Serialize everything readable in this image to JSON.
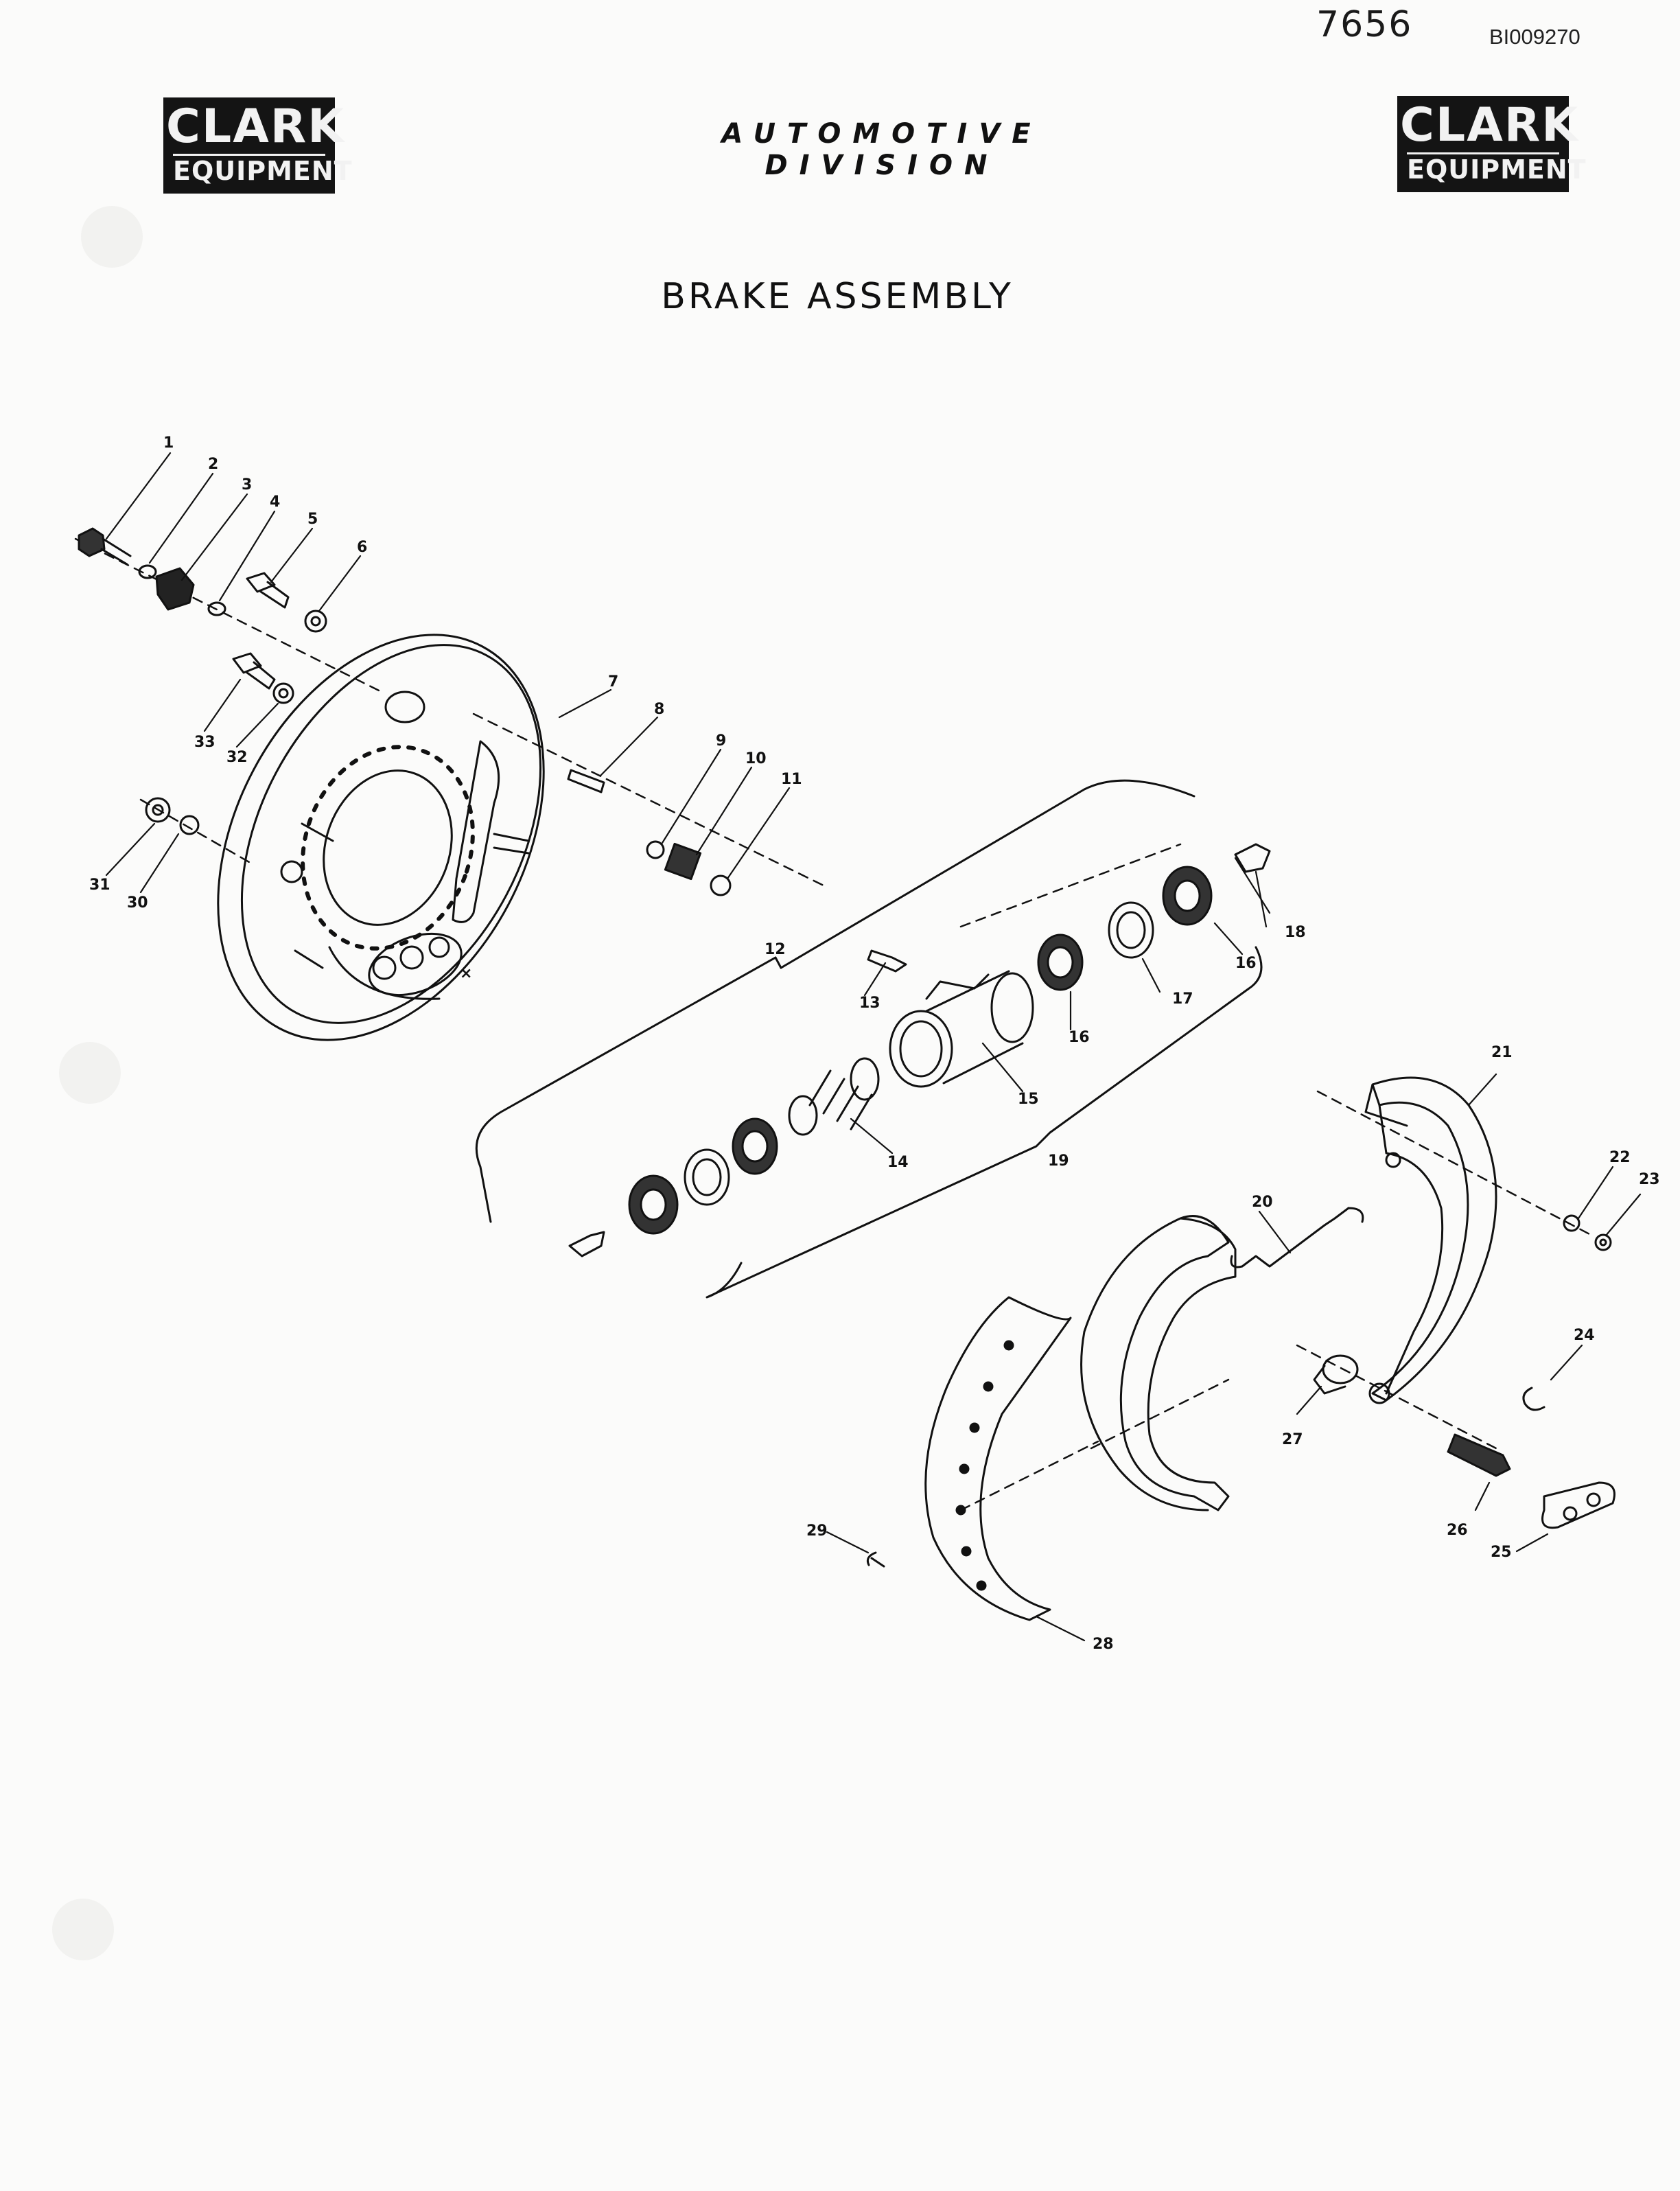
{
  "header": {
    "page_number": "7656",
    "document_id": "BI009270",
    "division": "AUTOMOTIVE DIVISION"
  },
  "logos": [
    {
      "line1": "CLARK",
      "line2": "EQUIPMENT"
    },
    {
      "line1": "CLARK",
      "line2": "EQUIPMENT"
    }
  ],
  "title": "BRAKE ASSEMBLY",
  "callouts": [
    "1",
    "2",
    "3",
    "4",
    "5",
    "6",
    "7",
    "8",
    "9",
    "10",
    "11",
    "12",
    "13",
    "14",
    "15",
    "16",
    "16",
    "17",
    "18",
    "19",
    "20",
    "21",
    "22",
    "23",
    "24",
    "25",
    "26",
    "27",
    "28",
    "29",
    "30",
    "31",
    "32",
    "33"
  ],
  "colors": {
    "ink": "#111111",
    "paper": "#fbfbfa"
  }
}
